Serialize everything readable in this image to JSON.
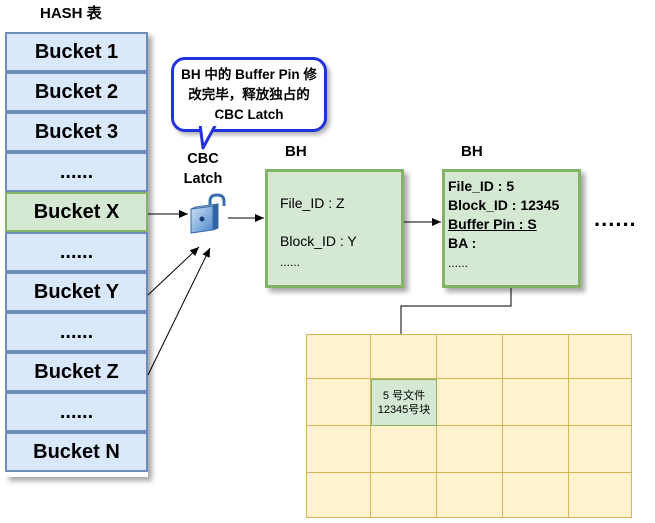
{
  "hash_table": {
    "title": "HASH 表",
    "buckets": [
      {
        "label": "Bucket 1",
        "highlighted": false
      },
      {
        "label": "Bucket 2",
        "highlighted": false
      },
      {
        "label": "Bucket 3",
        "highlighted": false
      },
      {
        "label": "......",
        "highlighted": false
      },
      {
        "label": "Bucket X",
        "highlighted": true
      },
      {
        "label": "......",
        "highlighted": false
      },
      {
        "label": "Bucket Y",
        "highlighted": false
      },
      {
        "label": "......",
        "highlighted": false
      },
      {
        "label": "Bucket Z",
        "highlighted": false
      },
      {
        "label": "......",
        "highlighted": false
      },
      {
        "label": "Bucket N",
        "highlighted": false
      }
    ]
  },
  "callout": {
    "text": "BH 中的 Buffer Pin 修改完毕，释放独占的 CBC Latch"
  },
  "latch": {
    "line1": "CBC",
    "line2": "Latch",
    "icon": "unlocked-padlock-icon"
  },
  "bh1": {
    "title": "BH",
    "file_id": "File_ID : Z",
    "block_id": "Block_ID : Y",
    "more": "......"
  },
  "bh2": {
    "title": "BH",
    "file_id": "File_ID : 5",
    "block_id": "Block_ID : 12345",
    "buffer_pin": "Buffer Pin :  S",
    "ba": "BA :",
    "more": "......"
  },
  "more_chain": "......",
  "buffer_cache": {
    "cell_line1": "5 号文件",
    "cell_line2": "12345号块"
  },
  "colors": {
    "bucket_fill": "#dae8fc",
    "bucket_border": "#6c8ebf",
    "green_fill": "#d5e8d4",
    "green_border": "#82b366",
    "grid_fill": "#fff2cc",
    "grid_border": "#d6b656",
    "callout_border": "#2233dd"
  }
}
